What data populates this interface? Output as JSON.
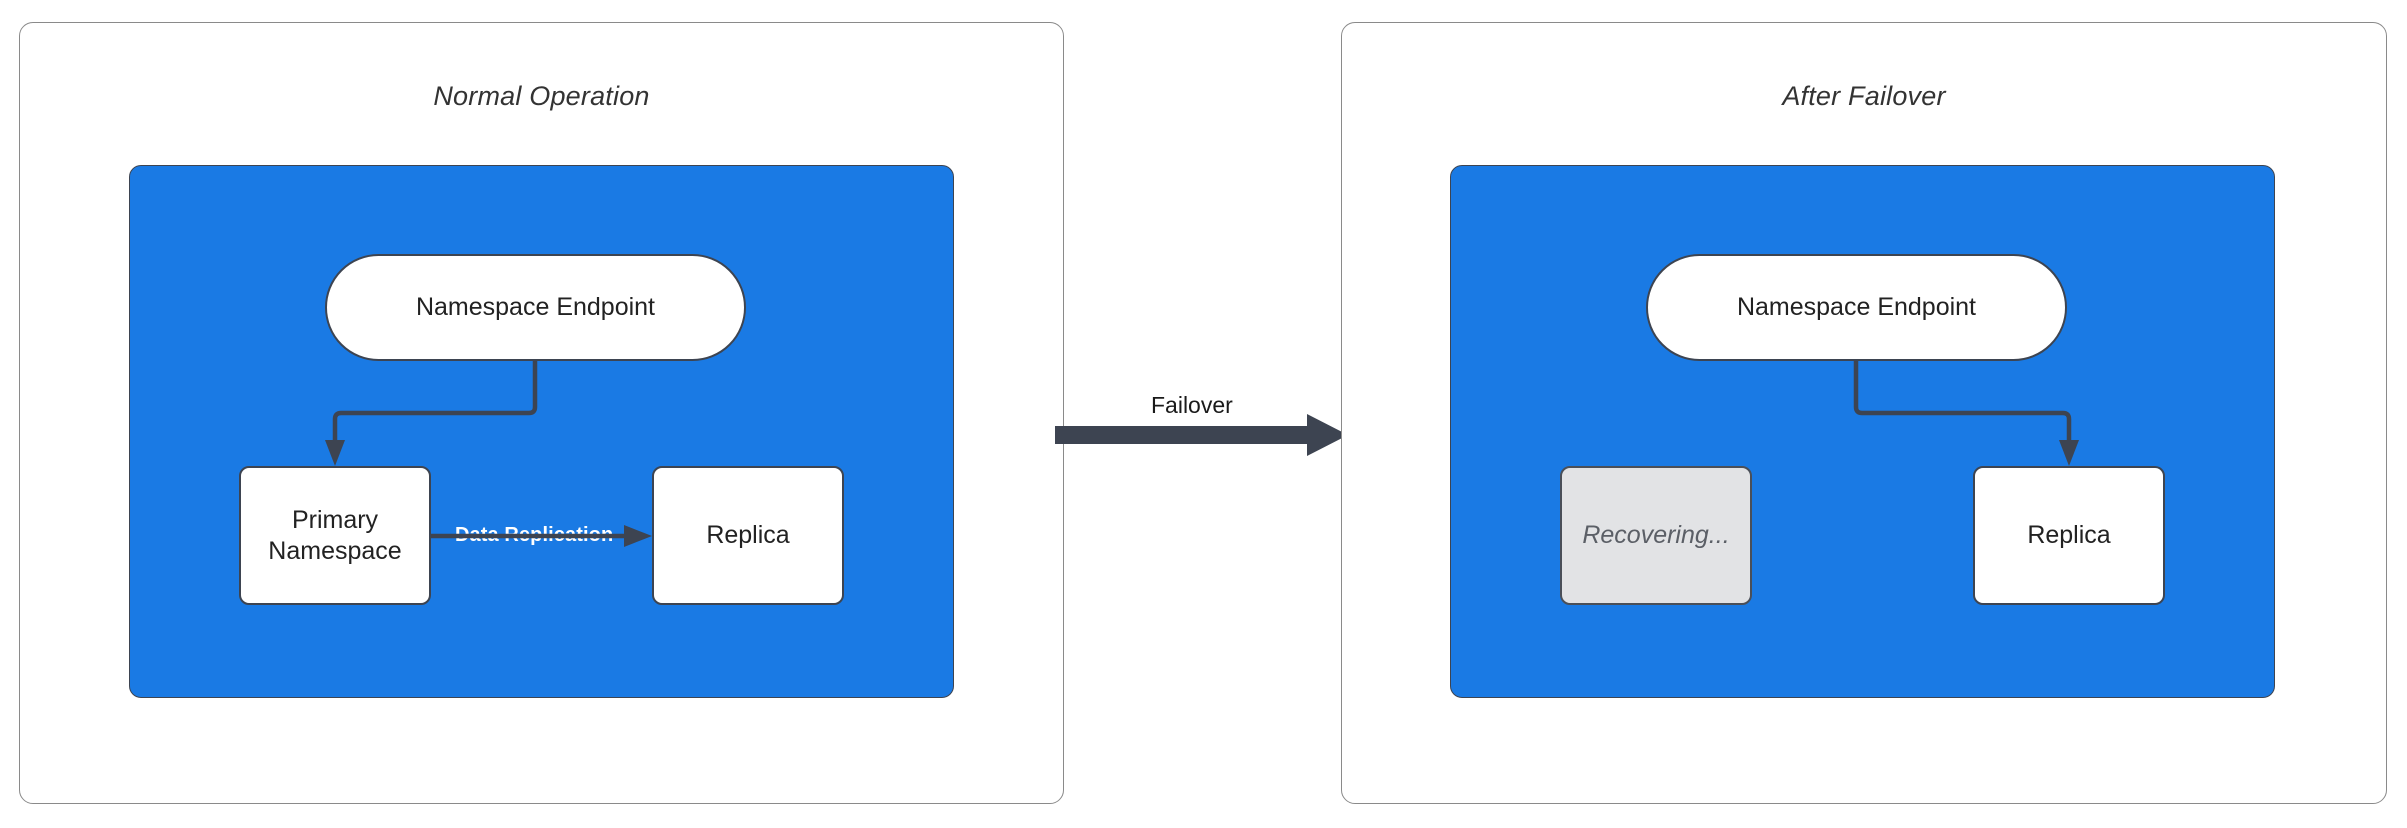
{
  "diagram": {
    "type": "failover-architecture-diagram",
    "accent_blue": "#1a7ae4",
    "stroke_dark": "#3d4451",
    "recovering_fill": "#e2e3e5"
  },
  "panels": [
    {
      "id": "normal-operation",
      "title": "Normal Operation",
      "nodes": [
        {
          "id": "namespace-endpoint",
          "label": "Namespace Endpoint",
          "shape": "pill",
          "state": "active"
        },
        {
          "id": "primary-namespace",
          "label": "Primary\nNamespace",
          "shape": "rect",
          "state": "active"
        },
        {
          "id": "replica",
          "label": "Replica",
          "shape": "rect",
          "state": "active"
        }
      ],
      "edges": [
        {
          "from": "namespace-endpoint",
          "to": "primary-namespace",
          "label": ""
        },
        {
          "from": "primary-namespace",
          "to": "replica",
          "label": "Data Replication"
        }
      ]
    },
    {
      "id": "after-failover",
      "title": "After Failover",
      "nodes": [
        {
          "id": "namespace-endpoint",
          "label": "Namespace Endpoint",
          "shape": "pill",
          "state": "active"
        },
        {
          "id": "recovering",
          "label": "Recovering...",
          "shape": "rect",
          "state": "recovering"
        },
        {
          "id": "replica",
          "label": "Replica",
          "shape": "rect",
          "state": "active"
        }
      ],
      "edges": [
        {
          "from": "namespace-endpoint",
          "to": "replica",
          "label": ""
        }
      ]
    }
  ],
  "transition": {
    "label": "Failover",
    "direction": "left-to-right"
  },
  "labels": {
    "namespace_endpoint": "Namespace Endpoint",
    "primary_namespace_line1": "Primary",
    "primary_namespace_line2": "Namespace",
    "replica": "Replica",
    "recovering": "Recovering...",
    "data_replication": "Data Replication",
    "failover": "Failover",
    "title_left": "Normal Operation",
    "title_right": "After Failover"
  }
}
